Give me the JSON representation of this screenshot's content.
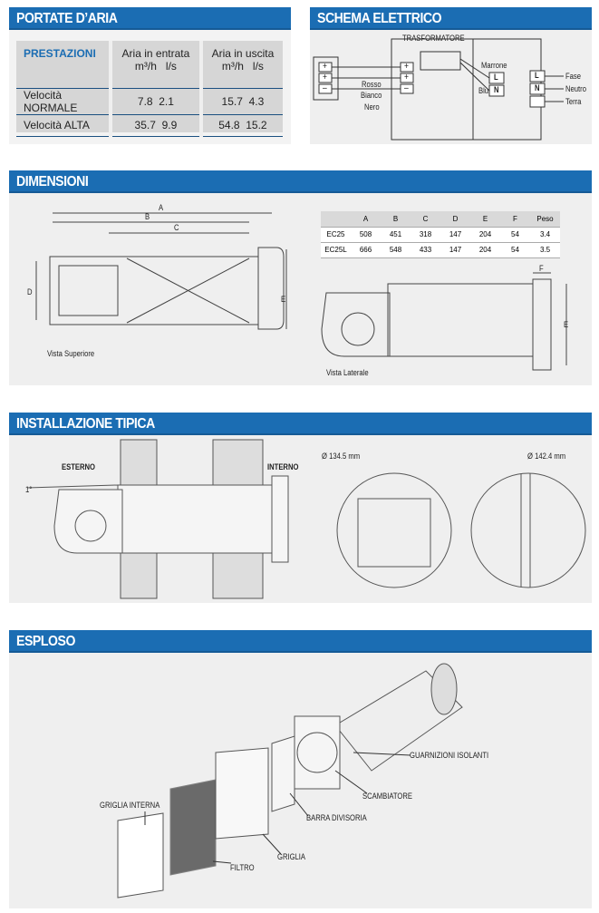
{
  "portate": {
    "title": "PORTATE D’ARIA",
    "col0": "PRESTAZIONI",
    "col1": "Aria in entrata",
    "col2": "Aria in uscita",
    "unit1": "m³/h",
    "unit2": "l/s",
    "rows": [
      {
        "label": "Velocità NORMALE",
        "in_m3h": "7.8",
        "in_ls": "2.1",
        "out_m3h": "15.7",
        "out_ls": "4.3"
      },
      {
        "label": "Velocità ALTA",
        "in_m3h": "35.7",
        "in_ls": "9.9",
        "out_m3h": "54.8",
        "out_ls": "15.2"
      }
    ]
  },
  "schema": {
    "title": "SCHEMA ELETTRICO",
    "transformer": "TRASFORMATORE",
    "wires": [
      "Rosso",
      "Bianco",
      "Nero"
    ],
    "marrone": "Marrone",
    "blu": "Blu",
    "terminals": [
      "L",
      "N"
    ],
    "outputs": [
      "Fase",
      "Neutro",
      "Terra"
    ],
    "plus": "+",
    "minus": "–"
  },
  "dimensioni": {
    "title": "DIMENSIONI",
    "dims": [
      "A",
      "B",
      "C",
      "D",
      "E",
      "F"
    ],
    "view_top": "Vista Superiore",
    "view_side": "Vista Laterale",
    "table": {
      "headers": [
        "",
        "A",
        "B",
        "C",
        "D",
        "E",
        "F",
        "Peso"
      ],
      "rows": [
        [
          "EC25",
          "508",
          "451",
          "318",
          "147",
          "204",
          "54",
          "3.4"
        ],
        [
          "EC25L",
          "666",
          "548",
          "433",
          "147",
          "204",
          "54",
          "3.5"
        ]
      ]
    }
  },
  "installazione": {
    "title": "INSTALLAZIONE TIPICA",
    "esterno": "ESTERNO",
    "interno": "INTERNO",
    "angle": "1°",
    "d1": "Ø 134.5 mm",
    "d2": "Ø 142.4 mm"
  },
  "esploso": {
    "title": "ESPLOSO",
    "parts": [
      "GUARNIZIONI ISOLANTI",
      "SCAMBIATORE",
      "BARRA DIVISORIA",
      "GRIGLIA",
      "FILTRO",
      "GRIGLIA INTERNA"
    ]
  }
}
